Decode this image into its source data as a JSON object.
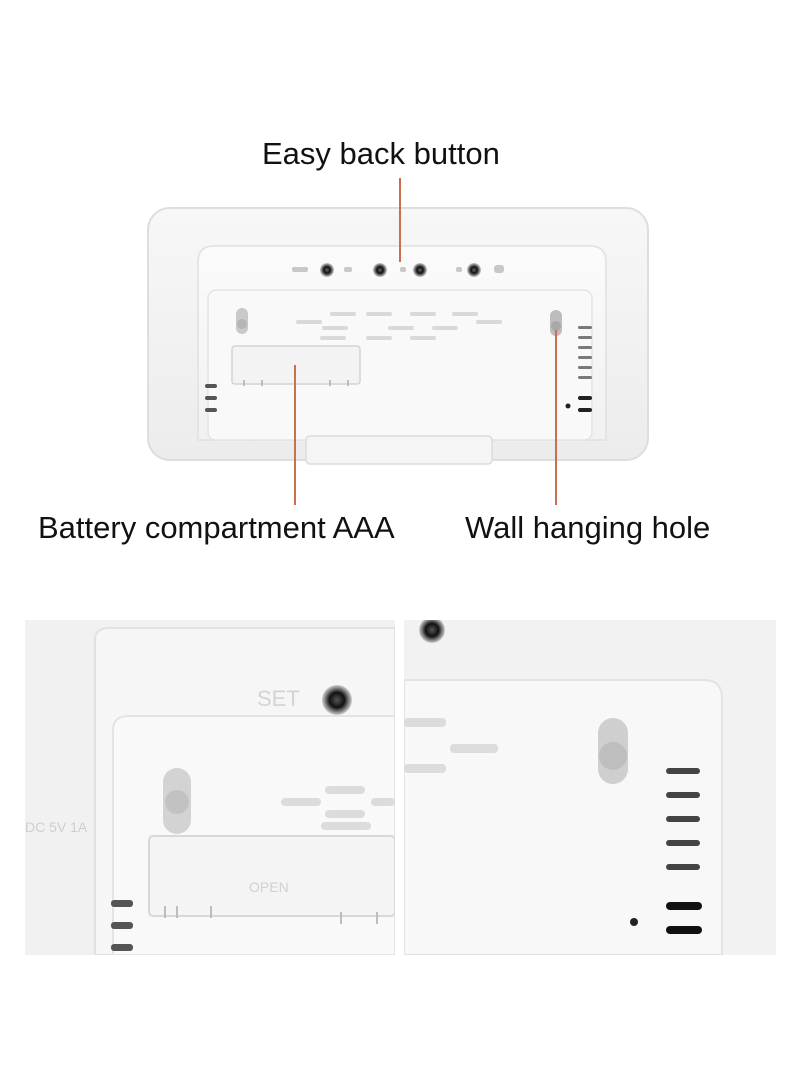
{
  "annotations": {
    "easy_back_button": "Easy back button",
    "battery_compartment": "Battery compartment AAA",
    "wall_hanging_hole": "Wall hanging hole"
  },
  "device_markings": {
    "set": "SET",
    "power": "DC 5V 1A",
    "open": "OPEN"
  },
  "colors": {
    "pointer_line": "#c9714f",
    "text": "#111111",
    "housing": "#f4f4f4",
    "background": "#ffffff"
  }
}
